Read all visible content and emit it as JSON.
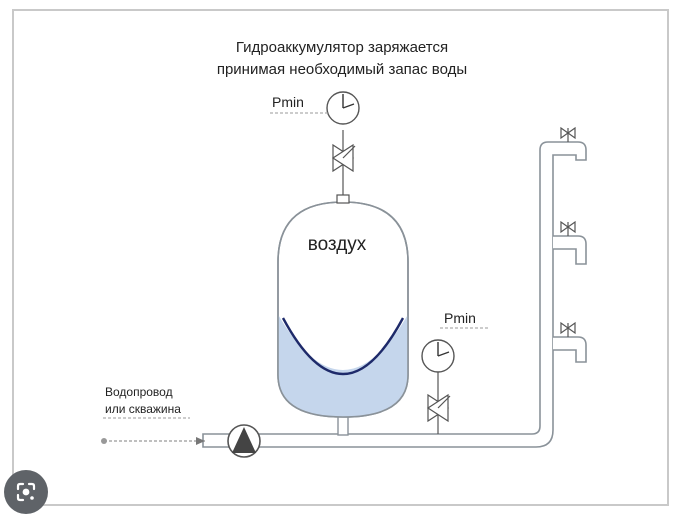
{
  "diagram": {
    "title_line1": "Гидроаккумулятор заряжается",
    "title_line2": "принимая необходимый запас воды",
    "gauge_top_label": "Pmin",
    "gauge_bottom_label": "Pmin",
    "tank_label": "воздух",
    "source_line1": "Водопровод",
    "source_line2": "или скважина"
  },
  "colors": {
    "pipe_stroke": "#8a9299",
    "water_fill": "#c5d6ec",
    "membrane": "#1e2a6a",
    "frame": "#c9c9c9"
  },
  "overlay": {
    "lens_icon": "google-lens-icon"
  }
}
